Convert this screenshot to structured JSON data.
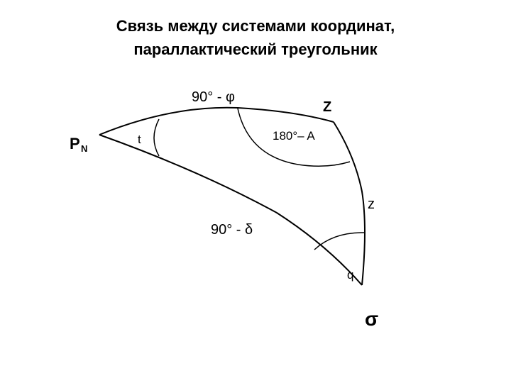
{
  "title": {
    "line1": "Связь между системами координат,",
    "line2": "параллактический треугольник"
  },
  "labels": {
    "pole_main": "P",
    "pole_sub": "N",
    "zenith_top": "Z",
    "zenith_right": "z",
    "star": "σ",
    "side_pole_zenith": "90° - φ",
    "side_pole_star": "90° - δ",
    "angle_pole": "t",
    "angle_zenith": "180°– A",
    "angle_star": "q"
  }
}
